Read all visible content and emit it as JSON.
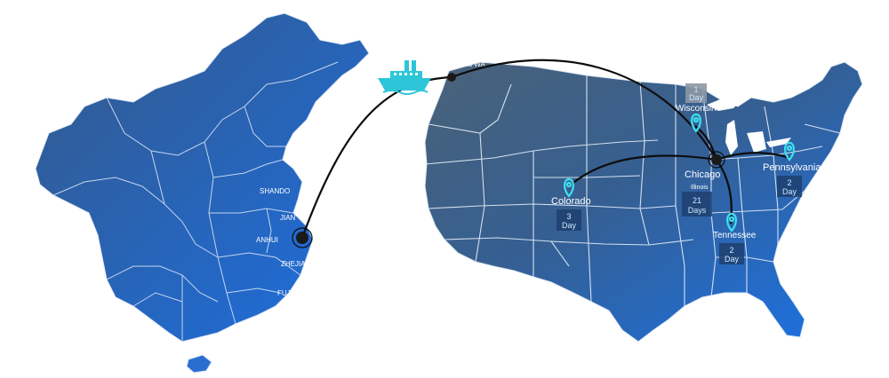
{
  "colors": {
    "map_blue_dark": "#2e5c93",
    "map_blue_light": "#1f74e0",
    "border": "#dfe9f6",
    "route": "#0d0d0d",
    "pin": "#3fe0f0",
    "ship": "#2cc6d8",
    "box": "#1d3f6e",
    "box_grey": "#8c97a3"
  },
  "labels": {
    "china": {
      "shandong": "SHANDO",
      "jiangsu": "JIAN",
      "anhui": "ANHUI",
      "zhejiang": "ZHEJIA",
      "fujian": "FUJIA"
    },
    "seattle": "Tacoma WA",
    "wisconsin": "Wisconsin",
    "chicago": "Chicago",
    "illinois": "Illinois",
    "colorado": "Colorado",
    "pennsylvania": "Pennsylvania",
    "tennessee": "Tennessee"
  },
  "transit_boxes": {
    "wisconsin": {
      "line1": "1",
      "line2": "Day"
    },
    "chicago": {
      "line1": "21",
      "line2": "Days"
    },
    "colorado": {
      "line1": "3",
      "line2": "Day"
    },
    "pennsylvania": {
      "line1": "2",
      "line2": "Day"
    },
    "tennessee": {
      "line1": "2",
      "line2": "Day"
    }
  },
  "icons": {
    "ship": "cargo-ship-icon",
    "pin": "location-pin-icon"
  }
}
